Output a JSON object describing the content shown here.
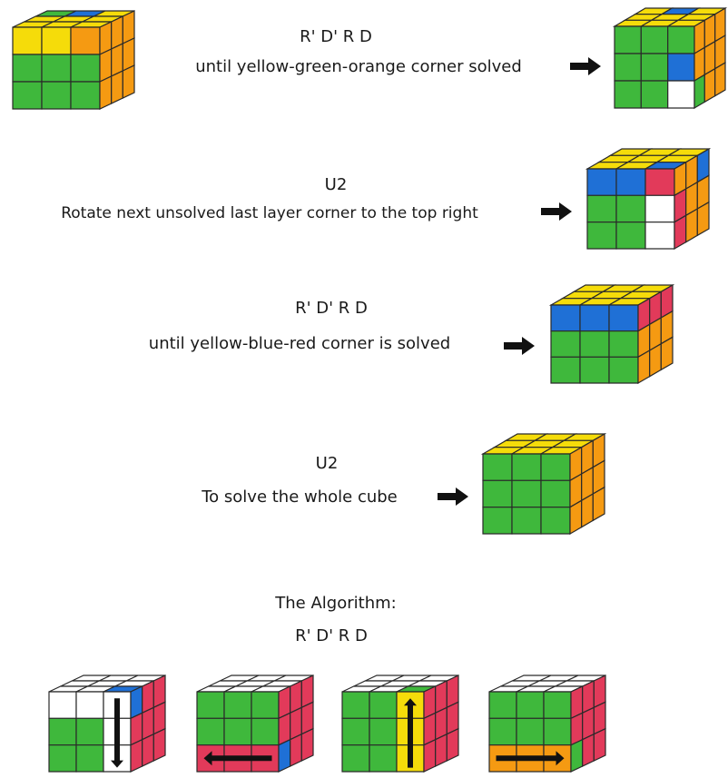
{
  "steps": [
    {
      "moves": "R' D' R D",
      "instruction": "until yellow-green-orange corner solved"
    },
    {
      "moves": "U2",
      "instruction": "Rotate next unsolved last layer corner to the top right"
    },
    {
      "moves": "R' D' R D",
      "instruction": "until yellow-blue-red corner is solved"
    },
    {
      "moves": "U2",
      "instruction": "To solve the whole cube"
    }
  ],
  "algorithm": {
    "heading": "The Algorithm:",
    "moves": "R' D' R D"
  },
  "colors": {
    "yellow": "#f5dc0a",
    "green": "#3fb83c",
    "orange": "#f59a12",
    "blue": "#1f70d6",
    "red": "#e23a5a",
    "white": "#ffffff",
    "outline": "#2a2a2a"
  },
  "cubes": [
    {
      "top": [
        "G",
        "B",
        "Y",
        "Y",
        "Y",
        "Y",
        "Y",
        "Y",
        "Y"
      ],
      "front": [
        "Y",
        "Y",
        "O",
        "G",
        "G",
        "G",
        "G",
        "G",
        "G"
      ],
      "right": [
        "O",
        "O",
        "O",
        "O",
        "O",
        "O",
        "O",
        "O",
        "O"
      ]
    },
    {
      "top": [
        "Y",
        "B",
        "Y",
        "Y",
        "Y",
        "Y",
        "Y",
        "Y",
        "Y"
      ],
      "front": [
        "G",
        "G",
        "G",
        "G",
        "G",
        "B",
        "G",
        "G",
        "W"
      ],
      "right": [
        "O",
        "O",
        "O",
        "O",
        "O",
        "O",
        "G",
        "O",
        "O"
      ]
    },
    {
      "top": [
        "Y",
        "Y",
        "Y",
        "Y",
        "Y",
        "Y",
        "Y",
        "Y",
        "B"
      ],
      "front": [
        "B",
        "B",
        "R",
        "G",
        "G",
        "W",
        "G",
        "G",
        "W"
      ],
      "right": [
        "O",
        "O",
        "B",
        "R",
        "O",
        "O",
        "R",
        "O",
        "O"
      ]
    },
    {
      "top": [
        "Y",
        "Y",
        "Y",
        "Y",
        "Y",
        "Y",
        "Y",
        "Y",
        "Y"
      ],
      "front": [
        "B",
        "B",
        "B",
        "G",
        "G",
        "G",
        "G",
        "G",
        "G"
      ],
      "right": [
        "R",
        "R",
        "R",
        "O",
        "O",
        "O",
        "O",
        "O",
        "O"
      ]
    },
    {
      "top": [
        "Y",
        "Y",
        "Y",
        "Y",
        "Y",
        "Y",
        "Y",
        "Y",
        "Y"
      ],
      "front": [
        "G",
        "G",
        "G",
        "G",
        "G",
        "G",
        "G",
        "G",
        "G"
      ],
      "right": [
        "O",
        "O",
        "O",
        "O",
        "O",
        "O",
        "O",
        "O",
        "O"
      ]
    },
    {
      "top": [
        "W",
        "W",
        "W",
        "W",
        "W",
        "W",
        "W",
        "W",
        "B"
      ],
      "front": [
        "W",
        "W",
        "W",
        "G",
        "G",
        "W",
        "G",
        "G",
        "W"
      ],
      "right": [
        "B",
        "R",
        "R",
        "R",
        "R",
        "R",
        "R",
        "R",
        "R"
      ],
      "arrow": "down"
    },
    {
      "top": [
        "W",
        "W",
        "W",
        "W",
        "W",
        "W",
        "W",
        "W",
        "W"
      ],
      "front": [
        "G",
        "G",
        "G",
        "G",
        "G",
        "G",
        "R",
        "R",
        "R"
      ],
      "right": [
        "R",
        "R",
        "R",
        "R",
        "R",
        "R",
        "B",
        "R",
        "R"
      ],
      "arrow": "left"
    },
    {
      "top": [
        "W",
        "W",
        "W",
        "W",
        "W",
        "W",
        "W",
        "W",
        "G"
      ],
      "front": [
        "G",
        "G",
        "Y",
        "G",
        "G",
        "Y",
        "G",
        "G",
        "Y"
      ],
      "right": [
        "R",
        "R",
        "R",
        "R",
        "R",
        "R",
        "R",
        "R",
        "R"
      ],
      "arrow": "up"
    },
    {
      "top": [
        "W",
        "W",
        "W",
        "W",
        "W",
        "W",
        "W",
        "W",
        "W"
      ],
      "front": [
        "G",
        "G",
        "G",
        "G",
        "G",
        "G",
        "O",
        "O",
        "O"
      ],
      "right": [
        "R",
        "R",
        "R",
        "R",
        "R",
        "R",
        "G",
        "R",
        "R"
      ],
      "arrow": "right"
    }
  ]
}
